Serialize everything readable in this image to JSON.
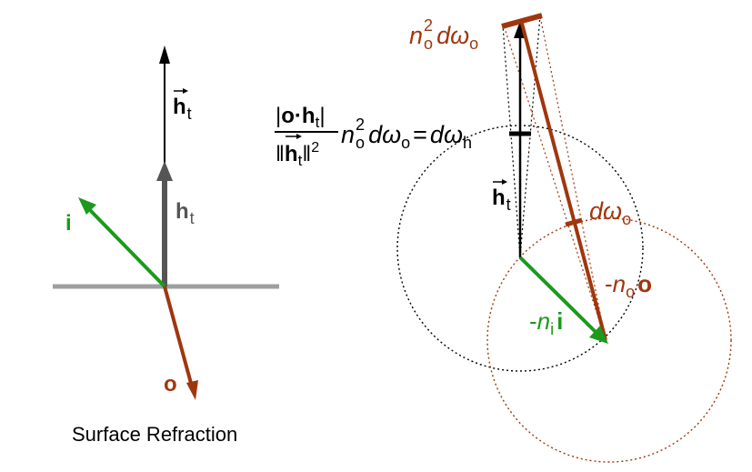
{
  "colors": {
    "green": "#1b9a1b",
    "brown": "#a0360e",
    "gray": "#9e9e9e",
    "darkgray": "#555555",
    "black": "#000000"
  },
  "left": {
    "caption": "Surface Refraction",
    "label_i": "i",
    "label_o": "o",
    "label_h": "h",
    "label_t": "t",
    "label_htvec_h": "h",
    "label_htvec_t": "t"
  },
  "right": {
    "top_n": "n",
    "top_sup": "2",
    "top_sub": "o",
    "top_d": "d",
    "top_omega": "ω",
    "top_omega_sub": "o",
    "eq_abs_open": "|",
    "eq_o": "o",
    "eq_dot": "·",
    "eq_h": "h",
    "eq_t": "t",
    "eq_abs_close": "|",
    "eq_den_open": "‖",
    "eq_den_h": "h",
    "eq_den_t": "t",
    "eq_den_close": "‖",
    "eq_den_sup": "2",
    "eq_n": "n",
    "eq_n_sup": "2",
    "eq_n_sub": "o",
    "eq_d": "d",
    "eq_omega": "ω",
    "eq_omega_sub": "o",
    "eq_equals": "=",
    "eq_rd": "d",
    "eq_romega": "ω",
    "eq_romega_sub": "h",
    "htvec_h": "h",
    "htvec_t": "t",
    "domega_d": "d",
    "domega_omega": "ω",
    "domega_sub": "o",
    "neg_no_minus": "-",
    "neg_no_n": "n",
    "neg_no_sub": "o",
    "neg_no_o": "o",
    "neg_ni_minus": "-",
    "neg_ni_n": "n",
    "neg_ni_sub": "i",
    "neg_ni_i": "i"
  }
}
